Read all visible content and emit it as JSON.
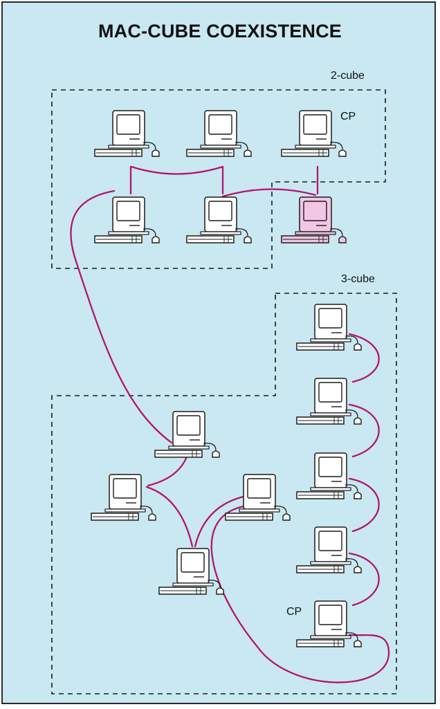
{
  "title": "MAC-CUBE COEXISTENCE",
  "labels": {
    "two_cube": "2-cube",
    "three_cube": "3-cube",
    "cp_top": "CP",
    "cp_bottom": "CP"
  },
  "colors": {
    "background": "#c9e8f1",
    "link": "#b5136f",
    "highlight_computer": "#f2c6e4",
    "computer": "#ffffff",
    "outline": "#1a1a1a"
  },
  "groups": [
    {
      "label_key": "two_cube",
      "computers": 6,
      "highlighted_computers": 1
    },
    {
      "label_key": "three_cube",
      "computers": 9
    }
  ]
}
